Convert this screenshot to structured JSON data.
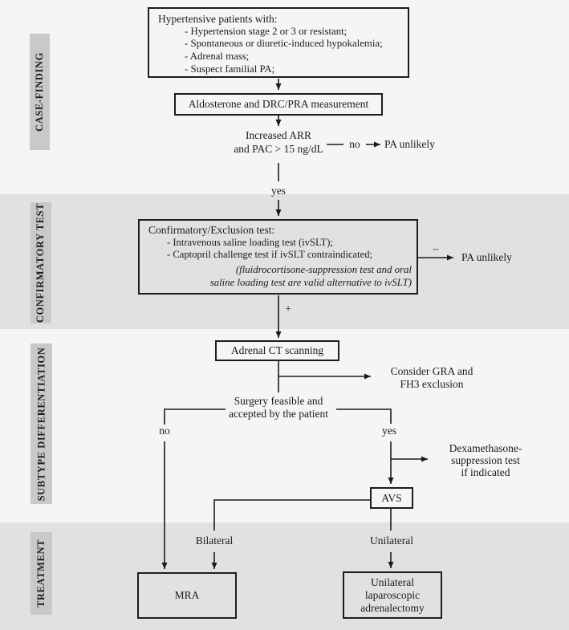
{
  "palette": {
    "band_light": "#f5f5f3",
    "band_shade": "#e1e1df",
    "label_bg": "#c9c9c9",
    "ink": "#1b1b1b"
  },
  "sidebar": {
    "sections": [
      {
        "label": "CASE-FINDING"
      },
      {
        "label": "CONFIRMATORY TEST"
      },
      {
        "label": "SUBTYPE DIFFERENTIATION"
      },
      {
        "label": "TREATMENT"
      }
    ]
  },
  "flow": {
    "patients": {
      "title": "Hypertensive patients with:",
      "items": [
        "- Hypertension stage 2 or 3 or resistant;",
        "- Spontaneous or diuretic-induced hypokalemia;",
        "- Adrenal mass;",
        "- Suspect familial PA;"
      ]
    },
    "measurement": {
      "label": "Aldosterone and DRC/PRA measurement"
    },
    "criteria": {
      "line1": "Increased ARR",
      "line2": "and PAC > 15 ng/dL"
    },
    "branch_no1": {
      "label": "no"
    },
    "pa_unlikely_top": {
      "label": "PA unlikely"
    },
    "branch_yes1": {
      "label": "yes"
    },
    "confirmatory": {
      "title": "Confirmatory/Exclusion test:",
      "items": [
        "- Intravenous saline loading test (ivSLT);",
        "- Captopril challenge test if ivSLT contraindicated;"
      ],
      "note_line1": "(fluidrocortisone-suppression test and oral",
      "note_line2": "saline loading test are valid alternative to ivSLT)"
    },
    "minus": {
      "label": "–"
    },
    "pa_unlikely_mid": {
      "label": "PA unlikely"
    },
    "plus": {
      "label": "+"
    },
    "ct": {
      "label": "Adrenal CT scanning"
    },
    "gra": {
      "line1": "Consider GRA and",
      "line2": "FH3 exclusion"
    },
    "surgery": {
      "line1": "Surgery feasible and",
      "line2": "accepted by the patient"
    },
    "branch_no2": {
      "label": "no"
    },
    "branch_yes2": {
      "label": "yes"
    },
    "dexamethasone": {
      "line1": "Dexamethasone-",
      "line2": "suppression test",
      "line3": "if indicated"
    },
    "avs": {
      "label": "AVS"
    },
    "bilateral": {
      "label": "Bilateral"
    },
    "unilateral": {
      "label": "Unilateral"
    },
    "mra": {
      "label": "MRA"
    },
    "adrenalectomy": {
      "line1": "Unilateral",
      "line2": "laparoscopic",
      "line3": "adrenalectomy"
    }
  }
}
